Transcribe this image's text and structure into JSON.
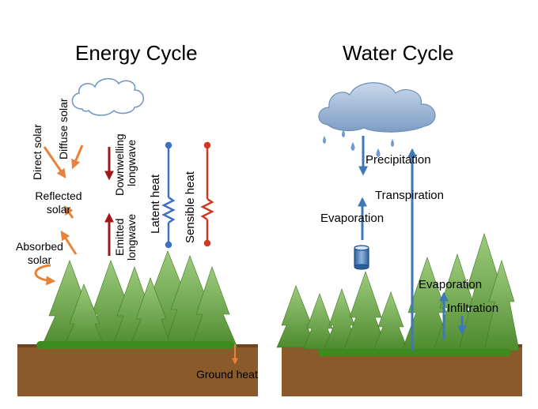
{
  "energy_cycle": {
    "title": "Energy Cycle",
    "labels": {
      "direct_solar": "Direct solar",
      "diffuse_solar": "Diffuse solar",
      "reflected_solar_1": "Reflected",
      "reflected_solar_2": "solar",
      "absorbed_solar_1": "Absorbed",
      "absorbed_solar_2": "solar",
      "downwelling_1": "Downwelling",
      "downwelling_2": "longwave",
      "emitted_1": "Emitted",
      "emitted_2": "longwave",
      "latent_heat": "Latent heat",
      "sensible_heat": "Sensible heat",
      "ground_heat": "Ground heat"
    }
  },
  "water_cycle": {
    "title": "Water Cycle",
    "labels": {
      "precipitation": "Precipitation",
      "transpiration": "Transpiration",
      "evaporation_top": "Evaporation",
      "evaporation_bottom": "Evaporation",
      "infiltration": "Infiltration"
    }
  },
  "colors": {
    "solar_arrow": "#E8823A",
    "longwave_arrow": "#A01818",
    "latent_heat": "#3F6FC0",
    "sensible_heat": "#D03A20",
    "water_arrow": "#3E78B8",
    "soil": "#8B5A2B",
    "tree": "#5E9E3A",
    "cloud_rain": "#9DB6D6"
  },
  "icons": [
    "cloud-icon",
    "rain-cloud-icon",
    "water-bucket-icon",
    "tree-icon",
    "grass-icon"
  ]
}
